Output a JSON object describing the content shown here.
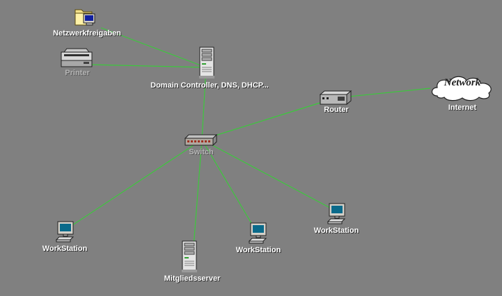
{
  "colors": {
    "canvas": "#808080",
    "link": "#3cc83c",
    "label": "#ffffff",
    "label_dim": "#b4b4b4"
  },
  "nodes": {
    "netzwerk": {
      "label": "Netzwerkfreigaben",
      "icon": "folder-computer-icon"
    },
    "printer": {
      "label": "Printer",
      "icon": "printer-icon"
    },
    "dc": {
      "label": "Domain Controller, DNS, DHCP...",
      "icon": "server-tower-icon"
    },
    "router": {
      "label": "Router",
      "icon": "router-icon"
    },
    "internet": {
      "label": "Internet",
      "cloud_text": "Network",
      "icon": "cloud-icon"
    },
    "switch": {
      "label": "Switch",
      "icon": "switch-icon"
    },
    "ws1": {
      "label": "WorkStation",
      "icon": "workstation-icon"
    },
    "member": {
      "label": "Mitgliedsserver",
      "icon": "server-tower-icon"
    },
    "ws2": {
      "label": "WorkStation",
      "icon": "workstation-icon"
    },
    "ws3": {
      "label": "WorkStation",
      "icon": "workstation-icon"
    }
  },
  "links": [
    [
      "netzwerk",
      "dc"
    ],
    [
      "printer",
      "dc"
    ],
    [
      "dc",
      "switch"
    ],
    [
      "switch",
      "router"
    ],
    [
      "router",
      "internet"
    ],
    [
      "switch",
      "ws1"
    ],
    [
      "switch",
      "member"
    ],
    [
      "switch",
      "ws2"
    ],
    [
      "switch",
      "ws3"
    ]
  ]
}
